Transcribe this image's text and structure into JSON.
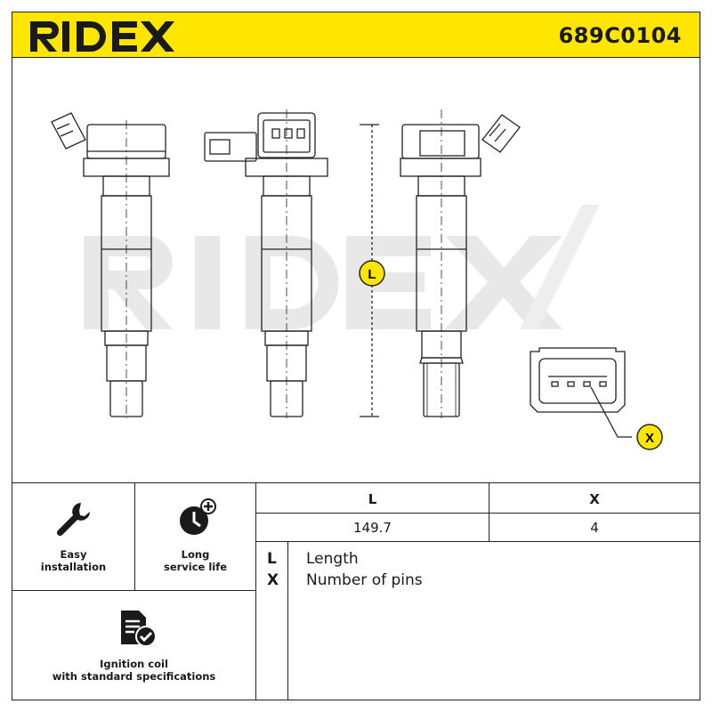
{
  "header": {
    "brand": "RIDEX",
    "part_number": "689C0104"
  },
  "drawing": {
    "watermark": "RIDEX",
    "dimension_marker": "L",
    "pin_marker": "X"
  },
  "features": [
    {
      "label_line1": "Easy",
      "label_line2": "installation",
      "icon": "wrench-icon"
    },
    {
      "label_line1": "Long",
      "label_line2": "service life",
      "icon": "clock-plus-icon"
    },
    {
      "label_line1": "Ignition coil",
      "label_line2": "with standard specifications",
      "icon": "document-check-icon"
    }
  ],
  "spec_table": {
    "columns": [
      "L",
      "X"
    ],
    "values": [
      "149.7",
      "4"
    ]
  },
  "legend": [
    {
      "code": "L",
      "description": "Length"
    },
    {
      "code": "X",
      "description": "Number of pins"
    }
  ],
  "colors": {
    "header_bg": "#ffe600",
    "marker_bg": "#ffe600",
    "line": "#222222",
    "watermark": "#e6e6e6"
  }
}
